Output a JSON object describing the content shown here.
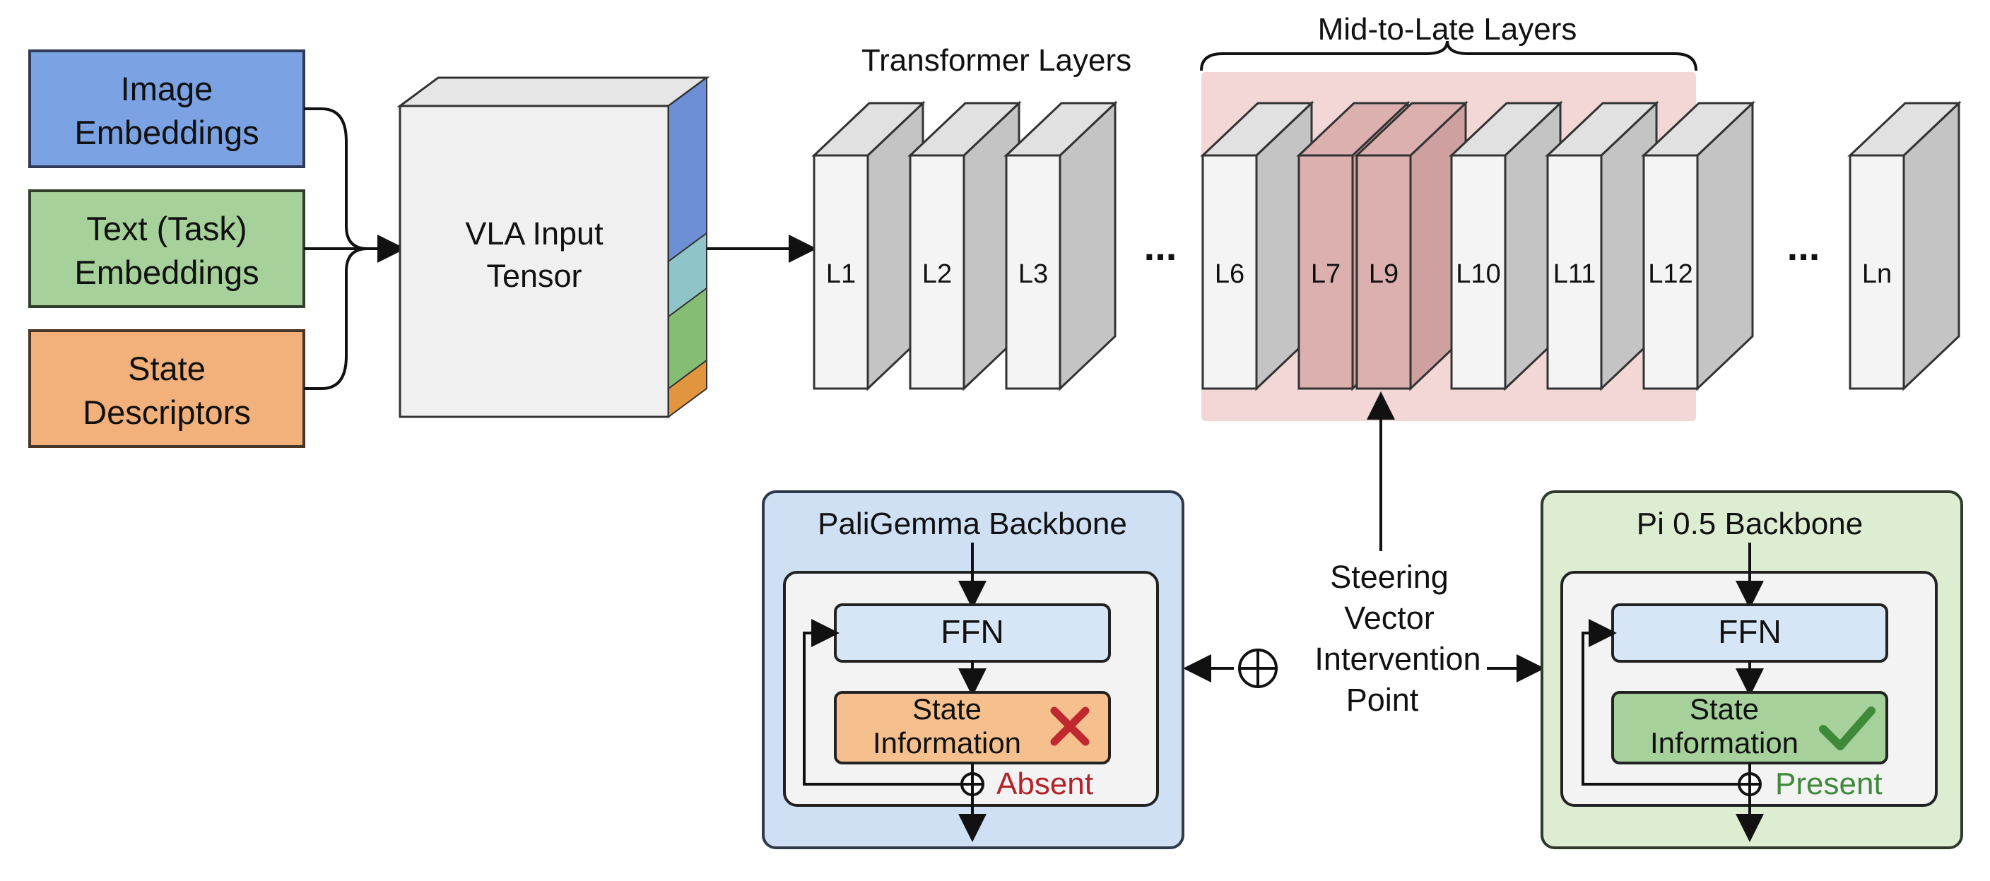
{
  "inputs": [
    {
      "id": "image",
      "lines": [
        "Image",
        "Embeddings"
      ],
      "fill": "#7ba3e3",
      "stroke": "#2f3a57"
    },
    {
      "id": "text",
      "lines": [
        "Text (Task)",
        "Embeddings"
      ],
      "fill": "#a6d19a",
      "stroke": "#2f3f2c"
    },
    {
      "id": "state",
      "lines": [
        "State",
        "Descriptors"
      ],
      "fill": "#f2b07a",
      "stroke": "#4a3425"
    }
  ],
  "tensor": {
    "lines": [
      "VLA Input",
      "Tensor"
    ],
    "side_colors": [
      "#6d8fd6",
      "#8fc5c8",
      "#86bd74",
      "#e2953f"
    ]
  },
  "transformer_title": "Transformer Layers",
  "midlate_title": "Mid-to-Late Layers",
  "layers": [
    {
      "label": "L1",
      "highlight": false
    },
    {
      "label": "L2",
      "highlight": false
    },
    {
      "label": "L3",
      "highlight": false
    },
    {
      "label": "L6",
      "highlight": false
    },
    {
      "label": "L7",
      "highlight": true
    },
    {
      "label": "L9",
      "highlight": true
    },
    {
      "label": "L10",
      "highlight": false
    },
    {
      "label": "L11",
      "highlight": false
    },
    {
      "label": "L12",
      "highlight": false
    },
    {
      "label": "Ln",
      "highlight": false
    }
  ],
  "ellipsis": "...",
  "steering": {
    "lines": [
      "Steering",
      "Vector",
      "Intervention",
      "Point"
    ],
    "symbol": "⊕"
  },
  "backbones": [
    {
      "id": "paligemma",
      "title": "PaliGemma Backbone",
      "ffn": "FFN",
      "state_lines": [
        "State",
        "Information"
      ],
      "status": "Absent",
      "status_icon": "cross-icon",
      "status_color": "#b3232a",
      "panel_fill": "#cfe0f5",
      "state_fill": "#f5c08e",
      "symbol": "⊕"
    },
    {
      "id": "pi05",
      "title": "Pi 0.5 Backbone",
      "ffn": "FFN",
      "state_lines": [
        "State",
        "Information"
      ],
      "status": "Present",
      "status_icon": "check-icon",
      "status_color": "#3f8a3a",
      "panel_fill": "#dcedd2",
      "state_fill": "#a6d19a",
      "symbol": "⊕"
    }
  ],
  "colors": {
    "layer_front": "#f4f4f4",
    "layer_side": "#c4c4c4",
    "layer_top": "#e1e1e1",
    "layer_highlight": "#ddb0b0",
    "layer_highlight_side": "#cfa0a0",
    "midlate_band": "#f3d6d6",
    "ffn_fill": "#d6e6f7",
    "inner_fill": "#f3f3f3"
  }
}
